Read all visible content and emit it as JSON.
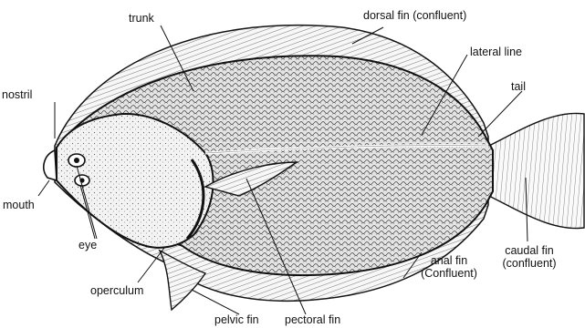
{
  "labels": {
    "trunk": "trunk",
    "dorsal_fin": "dorsal fin (confluent)",
    "lateral_line": "lateral line",
    "tail": "tail",
    "nostril": "nostril",
    "mouth": "mouth",
    "eye": "eye",
    "operculum": "operculum",
    "pelvic_fin": "pelvic fin",
    "pectoral_fin": "pectoral fin",
    "anal_fin_line1": "anal fin",
    "anal_fin_line2": "(Confluent)",
    "caudal_fin_line1": "caudal fin",
    "caudal_fin_line2": "(confluent)"
  },
  "colors": {
    "ink": "#111111",
    "body_fill": "#d9d9d9",
    "head_fill": "#f2f2f2",
    "fin_fill": "#f7f7f7"
  }
}
